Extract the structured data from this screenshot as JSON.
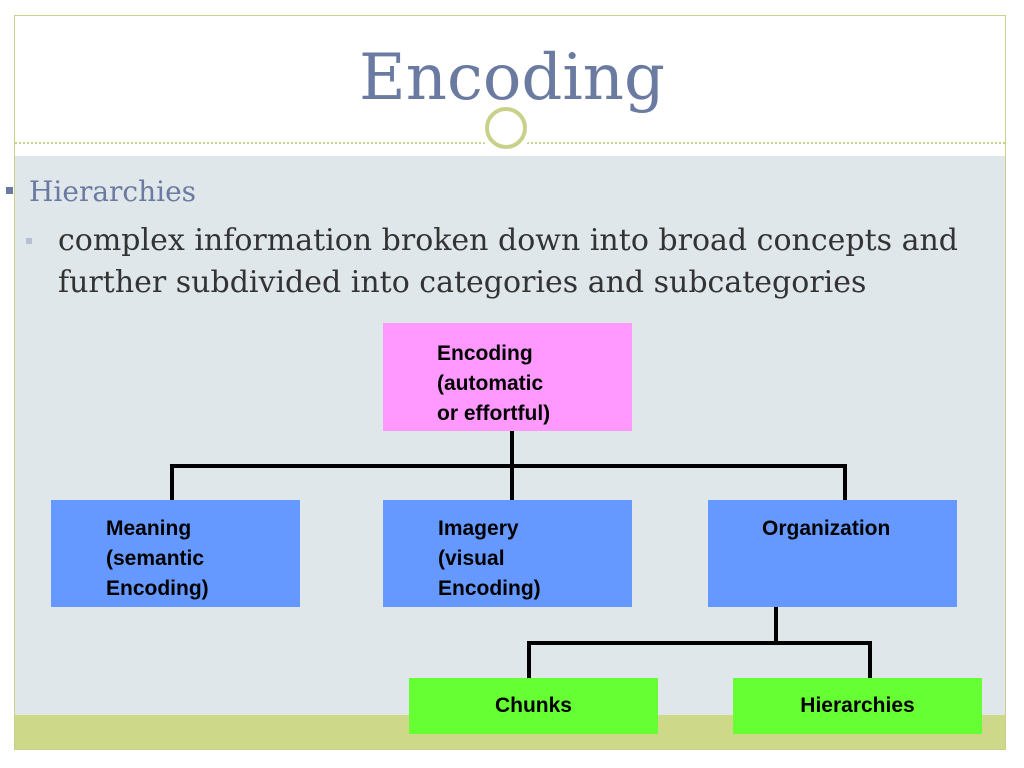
{
  "slide": {
    "title": "Encoding",
    "bullets": [
      {
        "text": "Hierarchies"
      },
      {
        "text": "complex information broken down into broad concepts and further subdivided into categories and subcategories"
      }
    ]
  },
  "diagram": {
    "root": {
      "label": "Encoding\n(automatic\nor effortful)"
    },
    "children": [
      {
        "label": "Meaning\n(semantic\nEncoding)"
      },
      {
        "label": "Imagery\n(visual\nEncoding)"
      },
      {
        "label": "Organization"
      }
    ],
    "grandchildren": [
      {
        "label": "Chunks"
      },
      {
        "label": "Hierarchies"
      }
    ],
    "colors": {
      "root": "#ff99ff",
      "children": "#6699ff",
      "grandchildren": "#66ff33",
      "connector": "#000000"
    }
  }
}
